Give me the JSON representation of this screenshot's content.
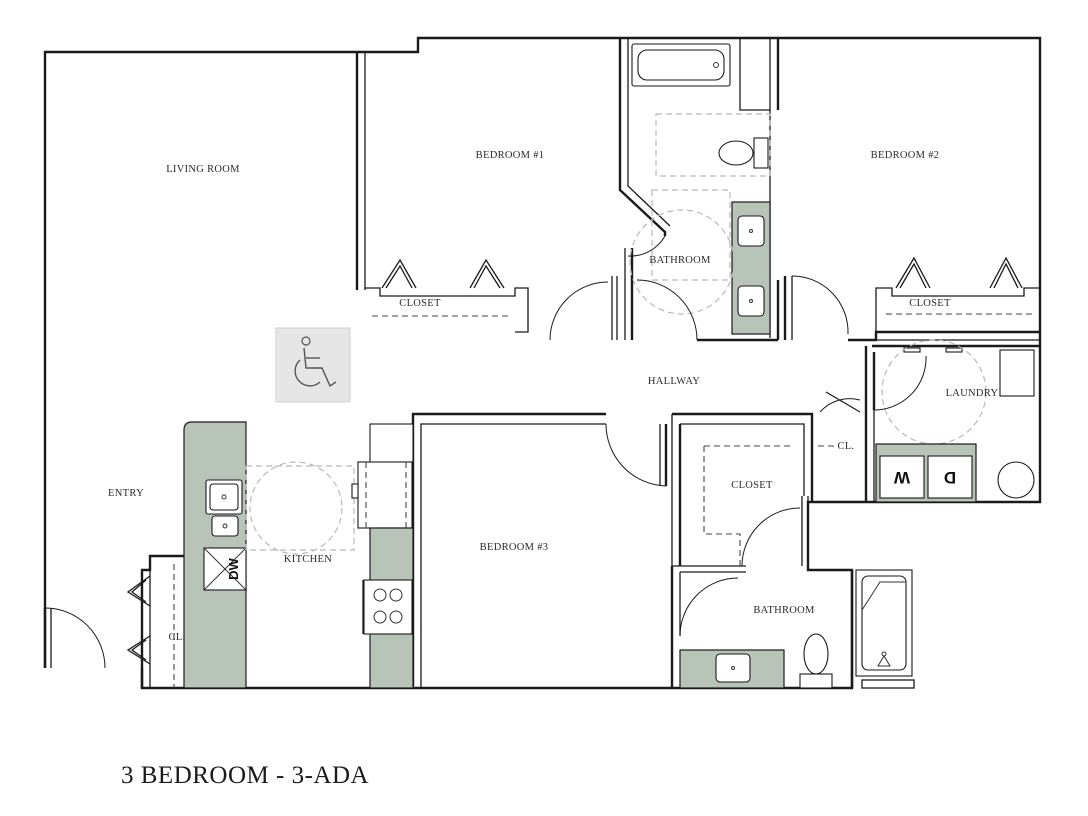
{
  "title": "3 BEDROOM - 3-ADA",
  "rooms": {
    "living_room": "LIVING ROOM",
    "bedroom1": "BEDROOM #1",
    "bedroom2": "BEDROOM #2",
    "bedroom3": "BEDROOM #3",
    "bathroom_upper": "BATHROOM",
    "bathroom_lower": "BATHROOM",
    "closet_b1": "CLOSET",
    "closet_b2": "CLOSET",
    "closet_b3": "CLOSET",
    "hallway": "HALLWAY",
    "laundry": "LAUNDRY",
    "laundry_closet": "CL.",
    "entry": "ENTRY",
    "entry_closet": "CL.",
    "kitchen": "KITCHEN"
  },
  "appliances": {
    "dishwasher": "DW",
    "washer": "W",
    "dryer": "D"
  },
  "icons": {
    "accessibility": "wheelchair-icon"
  },
  "colors": {
    "counter": "#b8c4b7",
    "wall": "#1a1a1a"
  }
}
